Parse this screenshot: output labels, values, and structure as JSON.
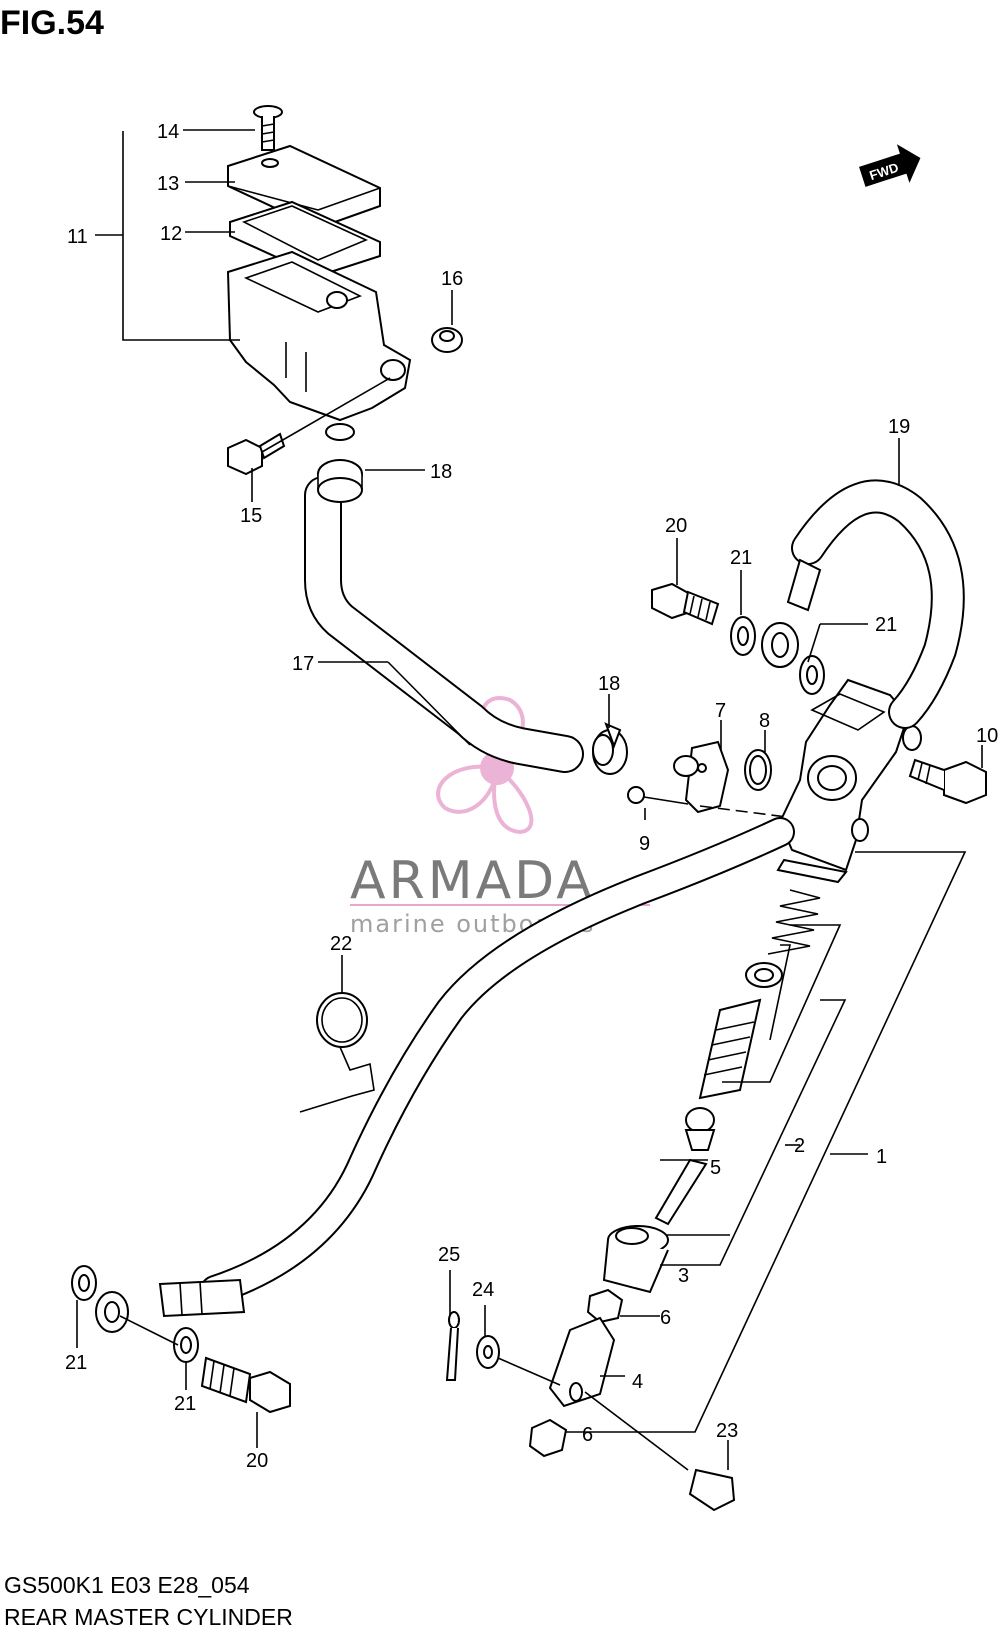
{
  "figure": {
    "title": "FIG.54",
    "model_code": "GS500K1 E03 E28_054",
    "caption": "REAR MASTER CYLINDER"
  },
  "watermark": {
    "brand": "ARMADA",
    "tagline": "marine outboards",
    "accent_color": "#e8a6cf",
    "icon": "propeller-icon"
  },
  "direction_badge": {
    "label": "FWD",
    "icon": "fwd-arrow-icon"
  },
  "callouts": {
    "c1": "1",
    "c2": "2",
    "c3": "3",
    "c4": "4",
    "c5": "5",
    "c6a": "6",
    "c6b": "6",
    "c7": "7",
    "c8": "8",
    "c9": "9",
    "c10": "10",
    "c11": "11",
    "c12": "12",
    "c13": "13",
    "c14": "14",
    "c15": "15",
    "c16": "16",
    "c17": "17",
    "c18a": "18",
    "c18b": "18",
    "c19": "19",
    "c20a": "20",
    "c20b": "20",
    "c21a": "21",
    "c21b": "21",
    "c21c": "21",
    "c21d": "21",
    "c22": "22",
    "c23": "23",
    "c24": "24",
    "c25": "25"
  }
}
